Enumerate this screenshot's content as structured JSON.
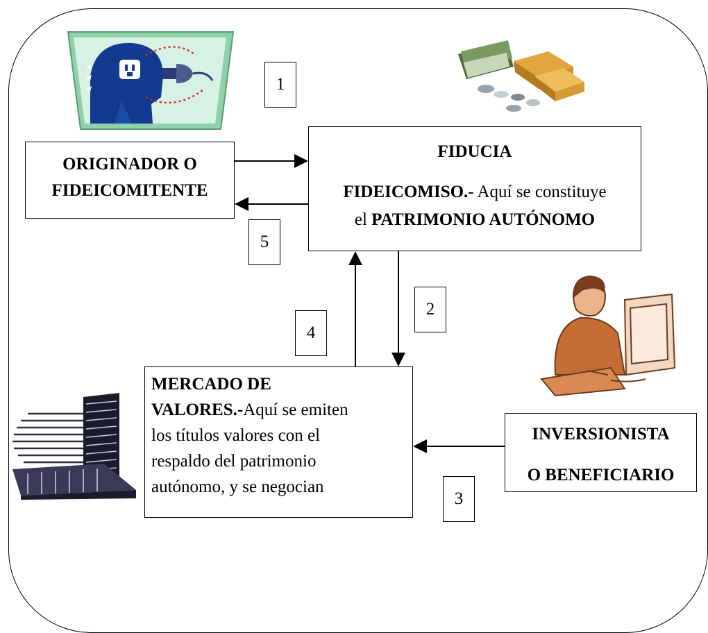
{
  "boxes": {
    "originador": {
      "line1": "ORIGINADOR O",
      "line2": "FIDEICOMITENTE"
    },
    "fiducia": {
      "title": "FIDUCIA",
      "fideicomiso_label": "FIDEICOMISO.",
      "fideicomiso_text": "- Aquí se constituye",
      "el": "el",
      "patrimonio": "PATRIMONIO AUTÓNOMO"
    },
    "mercado": {
      "heading_line1": "MERCADO DE",
      "heading_line2": "VALORES.-",
      "text_line2": "Aquí se emiten",
      "text_line3": "los títulos valores con el",
      "text_line4": "respaldo del patrimonio",
      "text_line5": "autónomo, y se negocian"
    },
    "inversionista": {
      "line1": "INVERSIONISTA",
      "line2": "O BENEFICIARIO"
    }
  },
  "steps": [
    "1",
    "2",
    "3",
    "4",
    "5"
  ],
  "icons": [
    "plug-clipart-icon",
    "money-gold-clipart-icon",
    "person-computer-clipart-icon",
    "building-clipart-icon"
  ]
}
